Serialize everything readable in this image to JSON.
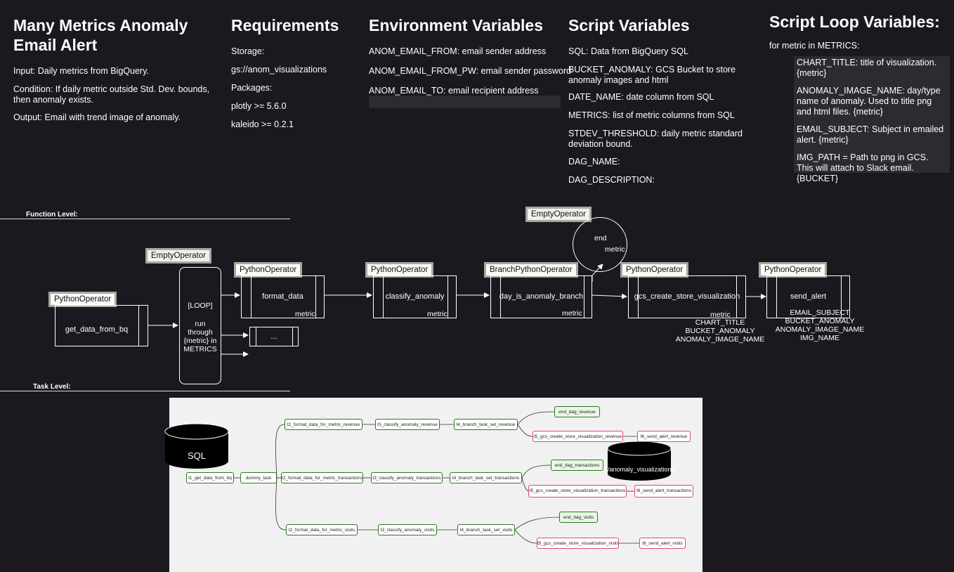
{
  "header": {
    "title": "Many Metrics Anomaly Email Alert",
    "input": "Input: Daily metrics from BigQuery.",
    "condition": "Condition: If daily metric outside Std. Dev. bounds, then anomaly exists.",
    "output": "Output: Email with trend image of anomaly."
  },
  "requirements": {
    "title": "Requirements",
    "lines": [
      "Storage:",
      "gs://anom_visualizations",
      "Packages:",
      "plotly >= 5.6.0",
      "kaleido >= 0.2.1"
    ]
  },
  "env": {
    "title": "Environment Variables",
    "lines": [
      "ANOM_EMAIL_FROM: email sender address",
      "ANOM_EMAIL_FROM_PW: email sender password",
      "ANOM_EMAIL_TO: email recipient address"
    ]
  },
  "script": {
    "title": "Script Variables",
    "lines": [
      "SQL: Data from BigQuery SQL",
      "BUCKET_ANOMALY: GCS Bucket to store anomaly images and html",
      "DATE_NAME: date column from SQL",
      "METRICS: list of metric columns from SQL",
      "STDEV_THRESHOLD: daily metric standard deviation bound.",
      "DAG_NAME:",
      "DAG_DESCRIPTION:"
    ]
  },
  "loop": {
    "title": "Script Loop Variables:",
    "intro": "for metric in METRICS:",
    "lines": [
      "CHART_TITLE: title of visualization. {metric}",
      "ANOMALY_IMAGE_NAME: day/type name of anomaly. Used to title png and html files. {metric}",
      "EMAIL_SUBJECT: Subject in emailed alert. {metric}",
      "IMG_PATH = Path to png in GCS. This will attach to Slack email. {BUCKET}"
    ]
  },
  "function_level": {
    "label": "Function Level:",
    "operators": {
      "python": "PythonOperator",
      "empty": "EmptyOperator",
      "branch": "BranchPythonOperator"
    },
    "get_data": "get_data_from_bq",
    "loop_label": "[LOOP]",
    "loop_text": "run through {metric} in METRICS",
    "ellipsis": "...",
    "format_data": "format_data",
    "classify": "classify_anomaly",
    "branch": "day_is_anomaly_branch",
    "gcs": "gcs_create_store_visualization",
    "send": "send_alert",
    "metric": "metric",
    "end": "end",
    "end_metric": "metric",
    "gcs_params": [
      "metric",
      "CHART_TITLE",
      "BUCKET_ANOMALY",
      "ANOMALY_IMAGE_NAME"
    ],
    "send_params": [
      "EMAIL_SUBJECT",
      "BUCKET_ANOMALY",
      "ANOMALY_IMAGE_NAME",
      "IMG_NAME"
    ]
  },
  "task_level": {
    "label": "Task Level:",
    "sql": "SQL",
    "bucket": "/anomaly_visualizations",
    "t1": "t1_get_data_from_bq",
    "dummy": "dummy_task",
    "rows": [
      {
        "format": "t2_format_data_for_metric_revenue",
        "classify": "t3_classify_anomaly_revenue",
        "branch": "t4_branch_task_set_revenue",
        "end": "end_dag_revenue",
        "gcs": "t5_gcs_create_store_visualization_revenue",
        "send": "t6_send_alert_revenue"
      },
      {
        "format": "t2_format_data_for_metric_transactions",
        "classify": "t3_classify_anomaly_transactions",
        "branch": "t4_branch_task_set_transactions",
        "end": "end_dag_transactions",
        "gcs": "t5_gcs_create_store_visualization_transactions",
        "send": "t6_send_alert_transactions"
      },
      {
        "format": "t2_format_data_for_metric_visits",
        "classify": "t3_classify_anomaly_visits",
        "branch": "t4_branch_task_set_visits",
        "end": "end_dag_visits",
        "gcs": "t5_gcs_create_store_visualization_visits",
        "send": "t6_send_alert_visits"
      }
    ]
  }
}
